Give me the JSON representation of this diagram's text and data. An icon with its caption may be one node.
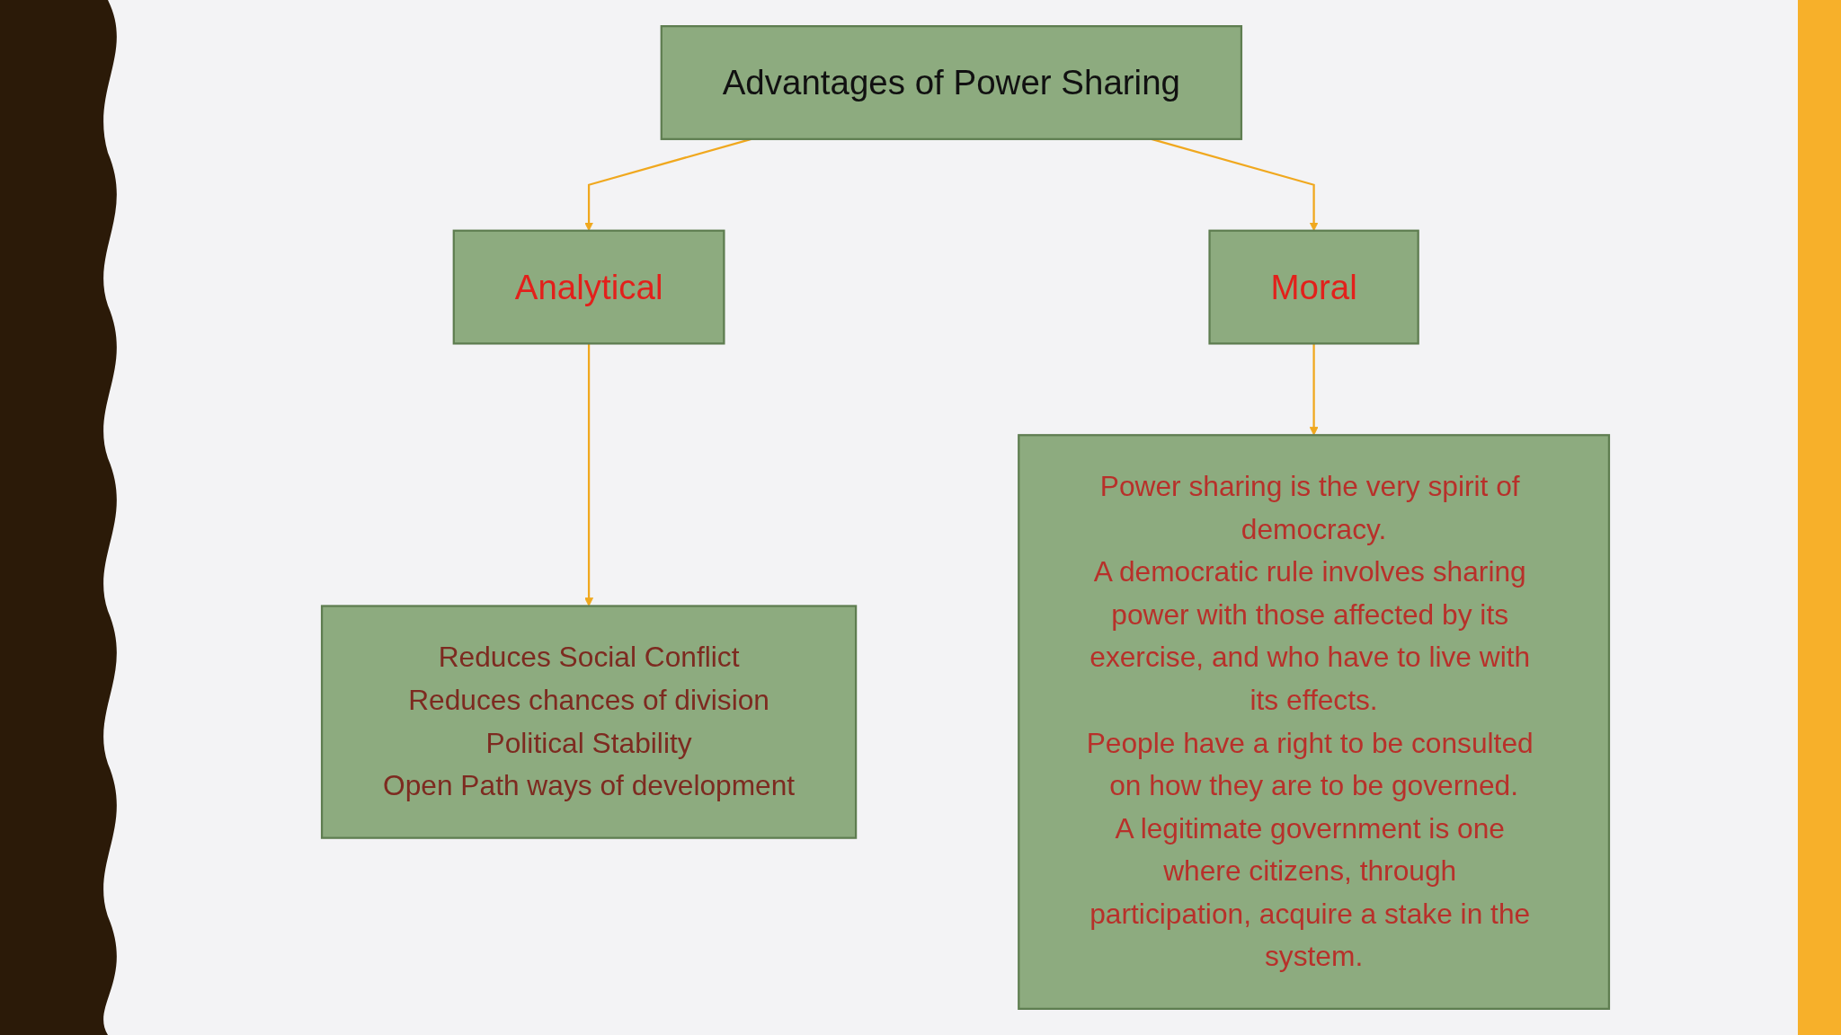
{
  "diagram": {
    "nodes": [
      {
        "text": [
          "Advantages of Power Sharing"
        ]
      },
      {
        "text": [
          "Analytical"
        ]
      },
      {
        "text": [
          "Moral"
        ]
      },
      {
        "text": [
          "Reduces Social Conflict",
          "Reduces chances of division",
          "Political Stability",
          "Open Path ways of development"
        ]
      },
      {
        "text": [
          "Power sharing is the very spirit of democracy.",
          "A democratic rule involves sharing power with those affected by its exercise, and who have to live with its effects.",
          "People have a right to be consulted on how they are to be governed.",
          "A legitimate government is one where citizens, through participation, acquire a stake in the system."
        ]
      }
    ],
    "edges": [
      {
        "from": 0,
        "to": 1,
        "arrow": "to"
      },
      {
        "from": 0,
        "to": 2,
        "arrow": "to"
      },
      {
        "from": 1,
        "to": 3,
        "arrow": "to"
      },
      {
        "from": 2,
        "to": 4,
        "arrow": "to"
      }
    ]
  }
}
